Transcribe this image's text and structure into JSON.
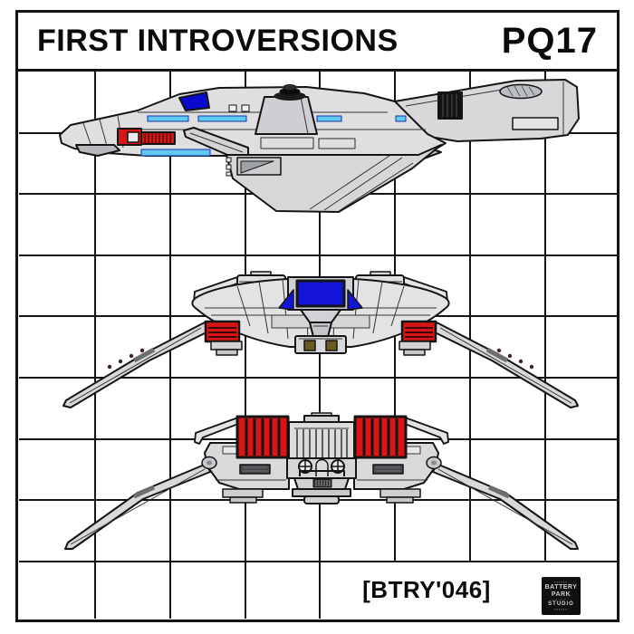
{
  "header": {
    "title": "FIRST INTROVERSIONS",
    "code": "PQ17"
  },
  "footer": {
    "caption": "[BTRY'046]",
    "logo": {
      "dashes_top": "▪▪▪▪▪▪",
      "line1": "BATTERY",
      "line2": "PARK",
      "line3": "·•·•·•·",
      "line4": "STUDIO",
      "dashes_bottom": "▪▪▪▪▪▪"
    }
  },
  "drawing": {
    "views": [
      {
        "name": "side profile view"
      },
      {
        "name": "front elevation view"
      },
      {
        "name": "rear elevation view"
      }
    ],
    "colors": {
      "outline": "#141414",
      "hull_light": "#e2e2e4",
      "hull_mid": "#d6d6d8",
      "hull_dark": "#9fa3a7",
      "accent_red": "#d81414",
      "window_cyan": "#5ec8ee",
      "cockpit_blue": "#1414d8",
      "grid_line": "#151515",
      "paper": "#ffffff"
    }
  }
}
